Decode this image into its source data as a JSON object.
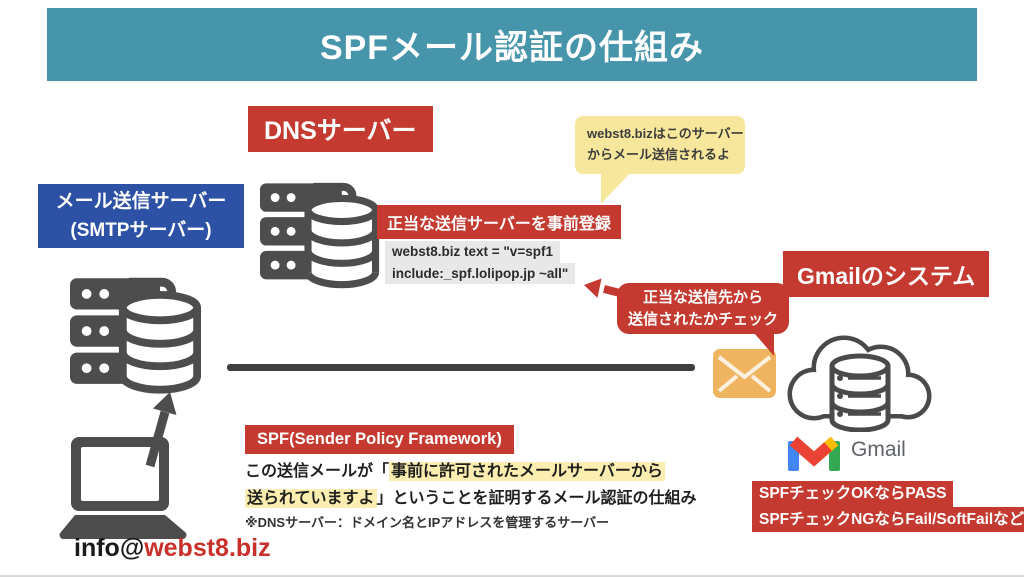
{
  "title": "SPFメール認証の仕組み",
  "colors": {
    "header_teal": "#4795AB",
    "accent_red": "#C43A30",
    "smtp_blue": "#2D51A5",
    "bubble_yellow": "#F6E79C",
    "text_highlight": "#FBEEB0",
    "code_bg": "#E8E8E8",
    "icon_gray": "#4D4D4D",
    "envelope_orange": "#EFB45F",
    "email_red": "#C9302A",
    "gmail_text_gray": "#5F6368"
  },
  "dns": {
    "label": "DNSサーバー",
    "register_label": "正当な送信サーバーを事前登録",
    "record_line1": "webst8.biz text = \"v=spf1",
    "record_line2": "include:_spf.lolipop.jp ~all\""
  },
  "smtp": {
    "label_line1": "メール送信サーバー",
    "label_line2": "(SMTPサーバー)"
  },
  "bubble_yellow": {
    "line1": "webst8.bizはこのサーバー",
    "line2": "からメール送信されるよ"
  },
  "gmail": {
    "system_label": "Gmailのシステム",
    "check_line1": "正当な送信先から",
    "check_line2": "送信されたかチェック",
    "logo_text": "Gmail",
    "result_line1": "SPFチェックOKならPASS",
    "result_line2": "SPFチェックNGならFail/SoftFailなど"
  },
  "spf": {
    "label": "SPF(Sender Policy Framework)",
    "line1_plain": "この送信メールが「",
    "line1_highlight": "事前に許可されたメールサーバーから",
    "line2_highlight": "送られていますよ",
    "line2_plain": "」ということを証明するメール認証の仕組み",
    "note": "※DNSサーバー：ドメイン名とIPアドレスを管理するサーバー"
  },
  "sender": {
    "email_prefix": "info@",
    "email_domain": "webst8.biz"
  },
  "icons": {
    "dns_server": "server-database-icon",
    "smtp_server": "server-database-icon",
    "gmail_cloud": "cloud-server-icon",
    "envelope": "envelope-icon",
    "laptop": "laptop-icon",
    "send_arrow": "arrow-up-right-icon",
    "check_arrow": "arrow-left-icon",
    "gmail_logo": "gmail-m-logo-icon"
  }
}
